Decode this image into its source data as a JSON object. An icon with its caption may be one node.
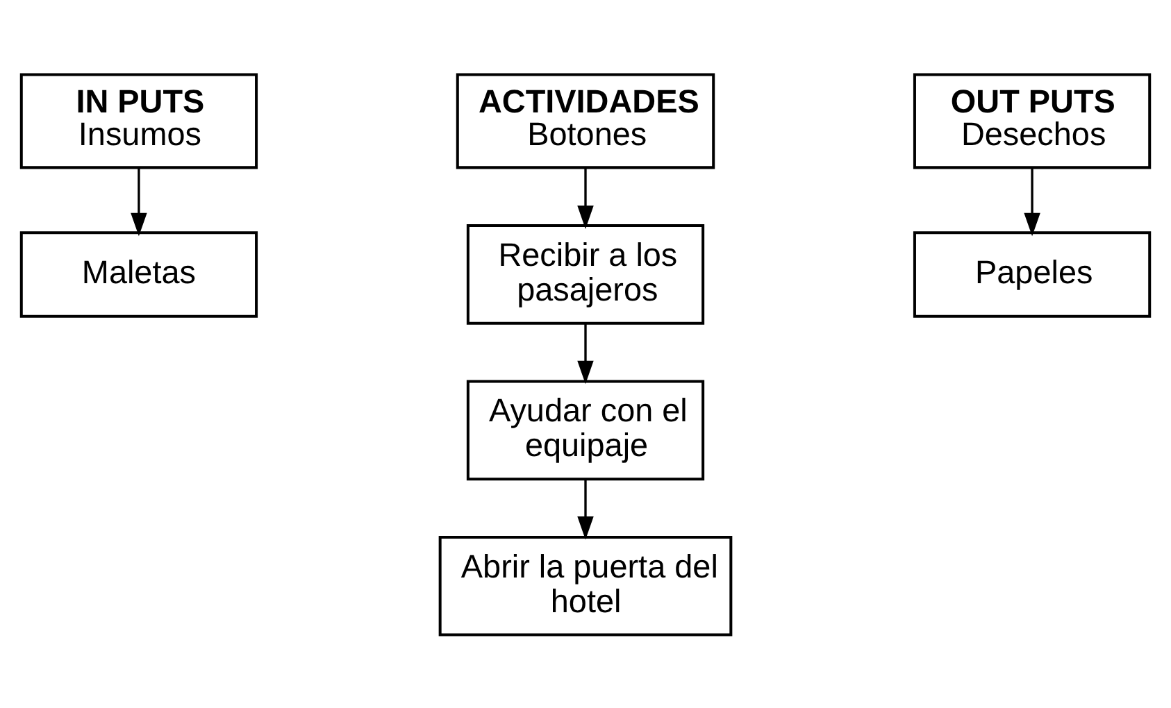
{
  "diagram": {
    "nodes": [
      {
        "text": [
          "IN PUTS",
          "Insumos"
        ]
      },
      {
        "text": [
          "Maletas"
        ]
      },
      {
        "text": [
          "ACTIVIDADES",
          "Botones"
        ]
      },
      {
        "text": [
          "Recibir a los pasajeros"
        ]
      },
      {
        "text": [
          "Ayudar con el equipaje"
        ]
      },
      {
        "text": [
          "Abrir la puerta del hotel"
        ]
      },
      {
        "text": [
          "OUT PUTS",
          "Desechos"
        ]
      },
      {
        "text": [
          "Papeles"
        ]
      }
    ],
    "edges": [
      {
        "from": 0,
        "to": 1,
        "arrow": "to"
      },
      {
        "from": 2,
        "to": 3,
        "arrow": "to"
      },
      {
        "from": 3,
        "to": 4,
        "arrow": "to"
      },
      {
        "from": 4,
        "to": 5,
        "arrow": "to"
      },
      {
        "from": 6,
        "to": 7,
        "arrow": "to"
      }
    ]
  }
}
